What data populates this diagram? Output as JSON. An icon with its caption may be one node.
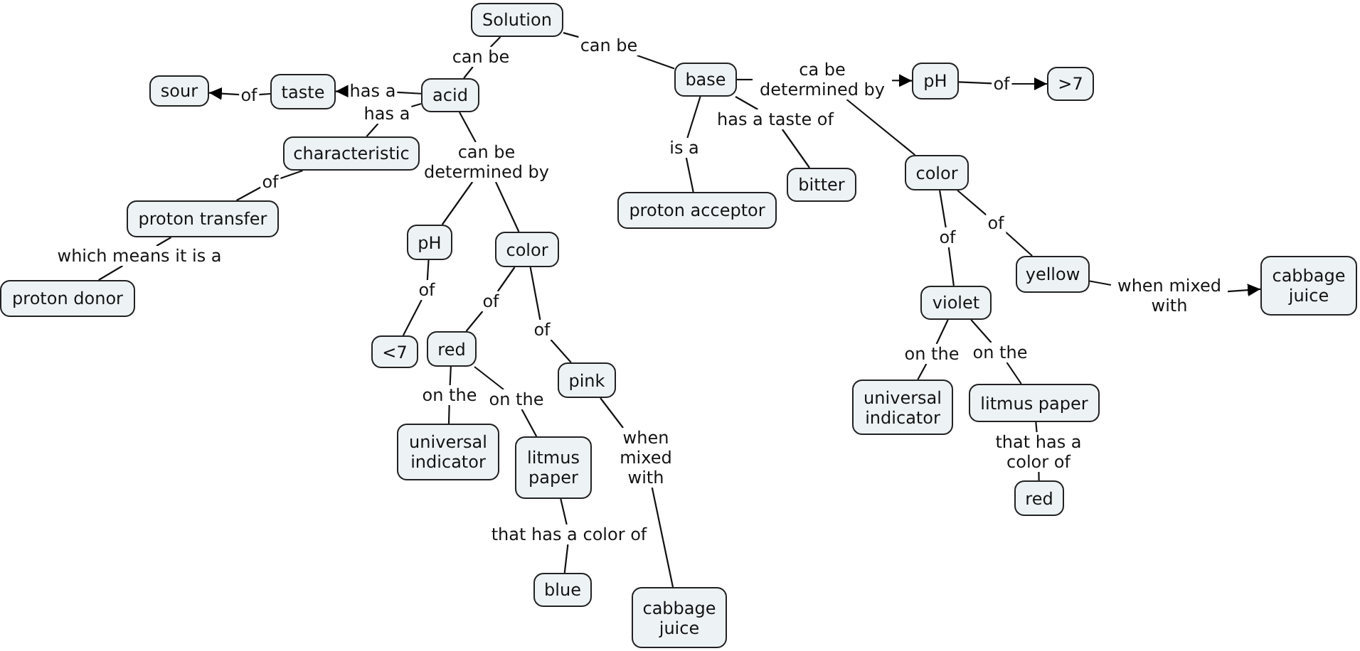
{
  "diagram": {
    "nodes": [
      {
        "text": [
          "Solution"
        ]
      },
      {
        "text": [
          "can be"
        ]
      },
      {
        "text": [
          "can be"
        ]
      },
      {
        "text": [
          "acid"
        ]
      },
      {
        "text": [
          "base"
        ]
      },
      {
        "text": [
          "has a"
        ]
      },
      {
        "text": [
          "taste"
        ]
      },
      {
        "text": [
          "of"
        ]
      },
      {
        "text": [
          "sour"
        ]
      },
      {
        "text": [
          "has a"
        ]
      },
      {
        "text": [
          "characteristic"
        ]
      },
      {
        "text": [
          "of"
        ]
      },
      {
        "text": [
          "proton transfer"
        ]
      },
      {
        "text": [
          "which means it is a"
        ]
      },
      {
        "text": [
          "proton donor"
        ]
      },
      {
        "text": [
          "can be determined by"
        ]
      },
      {
        "text": [
          "pH"
        ]
      },
      {
        "text": [
          "color"
        ]
      },
      {
        "text": [
          "of"
        ]
      },
      {
        "text": [
          "<7"
        ]
      },
      {
        "text": [
          "of"
        ]
      },
      {
        "text": [
          "red"
        ]
      },
      {
        "text": [
          "of"
        ]
      },
      {
        "text": [
          "pink"
        ]
      },
      {
        "text": [
          "on the"
        ]
      },
      {
        "text": [
          "on the"
        ]
      },
      {
        "text": [
          "universal indicator"
        ]
      },
      {
        "text": [
          "litmus paper"
        ]
      },
      {
        "text": [
          "when mixed with"
        ]
      },
      {
        "text": [
          "that has a color of"
        ]
      },
      {
        "text": [
          "blue"
        ]
      },
      {
        "text": [
          "cabbage juice"
        ]
      },
      {
        "text": [
          "ca be determined by"
        ]
      },
      {
        "text": [
          "pH"
        ]
      },
      {
        "text": [
          "of"
        ]
      },
      {
        "text": [
          ">7"
        ]
      },
      {
        "text": [
          "has a taste of"
        ]
      },
      {
        "text": [
          "bitter"
        ]
      },
      {
        "text": [
          "is a"
        ]
      },
      {
        "text": [
          "proton acceptor"
        ]
      },
      {
        "text": [
          "color"
        ]
      },
      {
        "text": [
          "of"
        ]
      },
      {
        "text": [
          "of"
        ]
      },
      {
        "text": [
          "violet"
        ]
      },
      {
        "text": [
          "yellow"
        ]
      },
      {
        "text": [
          "when mixed with"
        ]
      },
      {
        "text": [
          "cabbage juice"
        ]
      },
      {
        "text": [
          "on the"
        ]
      },
      {
        "text": [
          "on the"
        ]
      },
      {
        "text": [
          "universal indicator"
        ]
      },
      {
        "text": [
          "litmus paper"
        ]
      },
      {
        "text": [
          "that has a color of"
        ]
      },
      {
        "text": [
          "red"
        ]
      }
    ],
    "edges": [
      {
        "from": 0,
        "to": 1,
        "arrow": "none"
      },
      {
        "from": 1,
        "to": 3,
        "arrow": "none"
      },
      {
        "from": 0,
        "to": 2,
        "arrow": "none"
      },
      {
        "from": 2,
        "to": 4,
        "arrow": "none"
      },
      {
        "from": 3,
        "to": 5,
        "arrow": "none"
      },
      {
        "from": 5,
        "to": 6,
        "arrow": "to"
      },
      {
        "from": 6,
        "to": 7,
        "arrow": "none"
      },
      {
        "from": 7,
        "to": 8,
        "arrow": "to"
      },
      {
        "from": 3,
        "to": 9,
        "arrow": "none"
      },
      {
        "from": 9,
        "to": 10,
        "arrow": "none"
      },
      {
        "from": 10,
        "to": 11,
        "arrow": "none"
      },
      {
        "from": 11,
        "to": 12,
        "arrow": "none"
      },
      {
        "from": 12,
        "to": 13,
        "arrow": "none"
      },
      {
        "from": 13,
        "to": 14,
        "arrow": "none"
      },
      {
        "from": 3,
        "to": 15,
        "arrow": "none"
      },
      {
        "from": 15,
        "to": 16,
        "arrow": "none"
      },
      {
        "from": 15,
        "to": 17,
        "arrow": "none"
      },
      {
        "from": 16,
        "to": 18,
        "arrow": "none"
      },
      {
        "from": 18,
        "to": 19,
        "arrow": "none"
      },
      {
        "from": 17,
        "to": 20,
        "arrow": "none"
      },
      {
        "from": 20,
        "to": 21,
        "arrow": "none"
      },
      {
        "from": 17,
        "to": 22,
        "arrow": "none"
      },
      {
        "from": 22,
        "to": 23,
        "arrow": "none"
      },
      {
        "from": 21,
        "to": 24,
        "arrow": "none"
      },
      {
        "from": 24,
        "to": 26,
        "arrow": "none"
      },
      {
        "from": 21,
        "to": 25,
        "arrow": "none"
      },
      {
        "from": 25,
        "to": 27,
        "arrow": "none"
      },
      {
        "from": 23,
        "to": 28,
        "arrow": "none"
      },
      {
        "from": 28,
        "to": 31,
        "arrow": "none"
      },
      {
        "from": 27,
        "to": 29,
        "arrow": "none"
      },
      {
        "from": 29,
        "to": 30,
        "arrow": "none"
      },
      {
        "from": 4,
        "to": 32,
        "arrow": "none"
      },
      {
        "from": 32,
        "to": 33,
        "arrow": "to"
      },
      {
        "from": 33,
        "to": 34,
        "arrow": "none"
      },
      {
        "from": 34,
        "to": 35,
        "arrow": "to"
      },
      {
        "from": 4,
        "to": 36,
        "arrow": "none"
      },
      {
        "from": 36,
        "to": 37,
        "arrow": "none"
      },
      {
        "from": 4,
        "to": 38,
        "arrow": "none"
      },
      {
        "from": 38,
        "to": 39,
        "arrow": "none"
      },
      {
        "from": 32,
        "to": 40,
        "arrow": "none"
      },
      {
        "from": 40,
        "to": 41,
        "arrow": "none"
      },
      {
        "from": 41,
        "to": 43,
        "arrow": "none"
      },
      {
        "from": 40,
        "to": 42,
        "arrow": "none"
      },
      {
        "from": 42,
        "to": 44,
        "arrow": "none"
      },
      {
        "from": 44,
        "to": 45,
        "arrow": "none"
      },
      {
        "from": 45,
        "to": 46,
        "arrow": "to"
      },
      {
        "from": 43,
        "to": 47,
        "arrow": "none"
      },
      {
        "from": 47,
        "to": 49,
        "arrow": "none"
      },
      {
        "from": 43,
        "to": 48,
        "arrow": "none"
      },
      {
        "from": 48,
        "to": 50,
        "arrow": "none"
      },
      {
        "from": 50,
        "to": 51,
        "arrow": "none"
      },
      {
        "from": 51,
        "to": 52,
        "arrow": "none"
      }
    ]
  }
}
